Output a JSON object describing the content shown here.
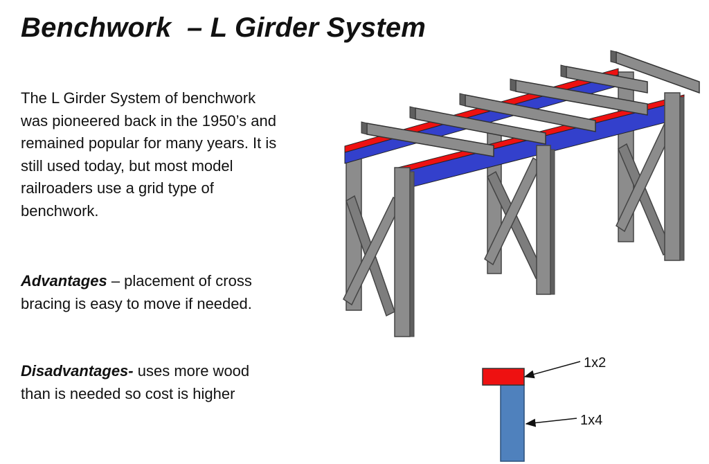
{
  "slide": {
    "title": "Benchwork  – L Girder System",
    "intro_text": "The L Girder System of benchwork was pioneered back in the 1950’s and remained popular for many years. It is still used today, but most model railroaders use a grid type of benchwork.",
    "advantages": {
      "label": "Advantages",
      "text": " – placement of cross bracing is easy to move if needed."
    },
    "disadvantages": {
      "label": "Disadvantages-",
      "text": " uses more wood than is needed so cost is higher"
    }
  },
  "diagram": {
    "callouts": {
      "top_board": "1x2",
      "vertical_board": "1x4"
    },
    "colors": {
      "flange": "#ee1111",
      "web": "#4f81bd",
      "girder_side": "#3340cc",
      "wood": "#8c8c8c",
      "wood_dark": "#5f5f5f"
    }
  }
}
